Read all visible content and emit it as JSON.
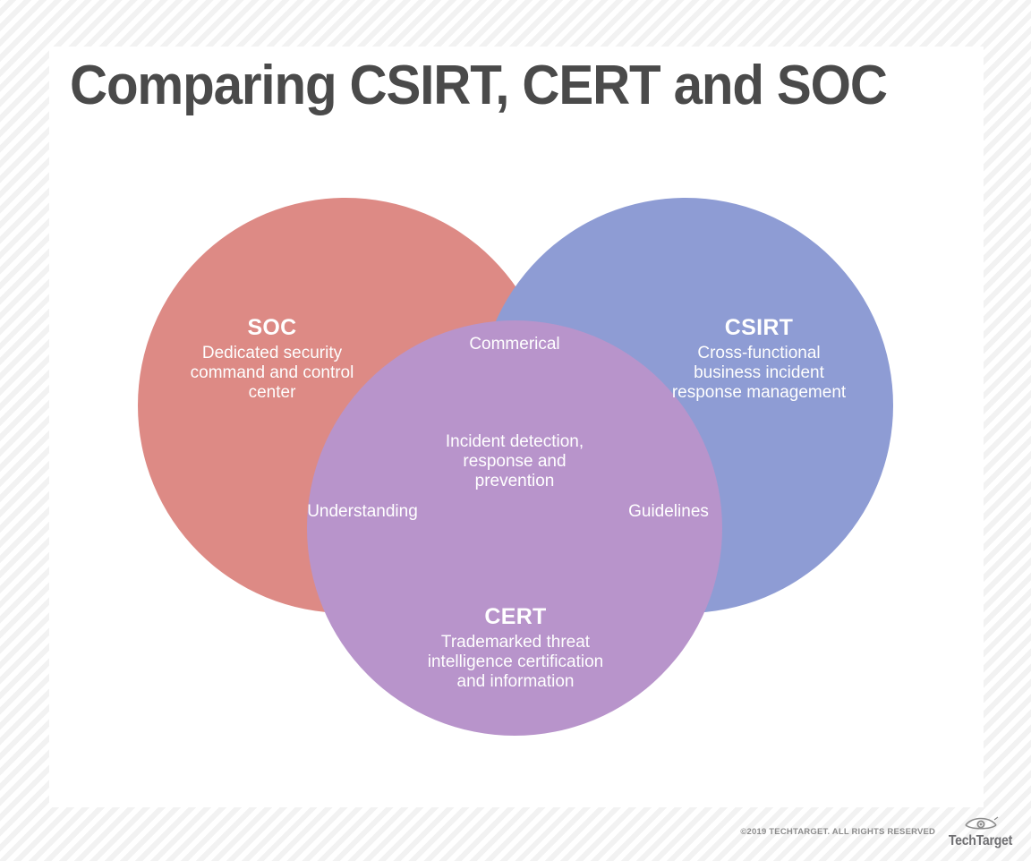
{
  "title": "Comparing CSIRT, CERT and SOC",
  "colors": {
    "soc": "#dd8a85",
    "csirt": "#8e9cd4",
    "cert": "#b894cb",
    "title_text": "#4a4a4a",
    "card_background": "#ffffff",
    "page_background": "#f5f5f5",
    "label_text": "#ffffff",
    "footer_text": "#8c8c8c"
  },
  "chart_data": {
    "type": "venn",
    "title": "Comparing CSIRT, CERT and SOC",
    "sets": [
      {
        "id": "soc",
        "name": "SOC",
        "description": "Dedicated security command and control center",
        "color": "#dd8a85",
        "position": "left"
      },
      {
        "id": "csirt",
        "name": "CSIRT",
        "description": "Cross-functional business incident response management",
        "color": "#8e9cd4",
        "position": "right"
      },
      {
        "id": "cert",
        "name": "CERT",
        "description": "Trademarked threat intelligence certification and information",
        "color": "#b894cb",
        "position": "bottom"
      }
    ],
    "intersections": [
      {
        "sets": [
          "soc",
          "csirt"
        ],
        "label": "Commerical",
        "position": "top-center"
      },
      {
        "sets": [
          "soc",
          "cert"
        ],
        "label": "Understanding",
        "position": "bottom-left"
      },
      {
        "sets": [
          "csirt",
          "cert"
        ],
        "label": "Guidelines",
        "position": "bottom-right"
      },
      {
        "sets": [
          "soc",
          "csirt",
          "cert"
        ],
        "label": "Incident detection, response and prevention",
        "position": "center"
      }
    ]
  },
  "venn": {
    "soc": {
      "name": "SOC",
      "description": "Dedicated security\ncommand and control\ncenter"
    },
    "csirt": {
      "name": "CSIRT",
      "description": "Cross-functional\nbusiness incident\nresponse management"
    },
    "cert": {
      "name": "CERT",
      "description": "Trademarked threat\nintelligence certification\nand information"
    },
    "overlaps": {
      "soc_csirt": "Commerical",
      "soc_cert": "Understanding",
      "csirt_cert": "Guidelines",
      "all_three": "Incident detection,\nresponse and\nprevention"
    }
  },
  "footer": {
    "copyright": "©2019 TECHTARGET. ALL RIGHTS RESERVED",
    "logo_text": "TechTarget",
    "logo_icon": "eye-icon"
  }
}
